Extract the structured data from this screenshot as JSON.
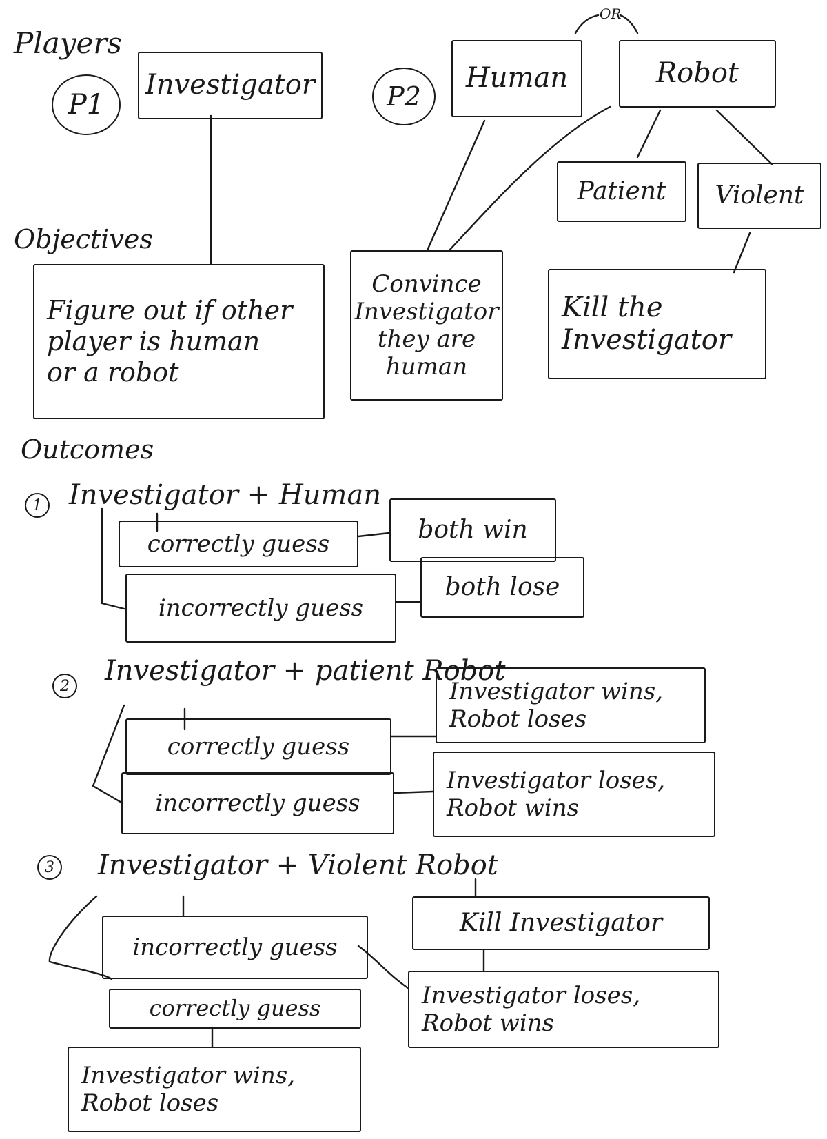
{
  "headings": {
    "players": "Players",
    "objectives": "Objectives",
    "outcomes": "Outcomes",
    "or_label": "OR"
  },
  "players": {
    "p1": {
      "badge": "P1",
      "role": "Investigator"
    },
    "p2": {
      "badge": "P2",
      "human": "Human",
      "robot": "Robot"
    },
    "robot_types": {
      "patient": "Patient",
      "violent": "Violent"
    }
  },
  "objectives": {
    "investigator": [
      "Figure out if other",
      "player is human",
      "or a robot"
    ],
    "human": [
      "Convince",
      "Investigator",
      "they are",
      "human"
    ],
    "violent_robot": [
      "Kill the",
      "Investigator"
    ]
  },
  "outcomes": {
    "case1": {
      "number": "1",
      "title": "Investigator + Human",
      "correct": "correctly guess",
      "incorrect": "incorrectly guess",
      "correct_result": "both win",
      "incorrect_result": "both lose"
    },
    "case2": {
      "number": "2",
      "title": "Investigator + patient Robot",
      "correct": "correctly guess",
      "incorrect": "incorrectly guess",
      "correct_result": [
        "Investigator wins,",
        "Robot loses"
      ],
      "incorrect_result": [
        "Investigator loses,",
        "Robot wins"
      ]
    },
    "case3": {
      "number": "3",
      "title": "Investigator + Violent Robot",
      "incorrect": "incorrectly guess",
      "correct": "correctly guess",
      "action": "Kill Investigator",
      "incorrect_result": [
        "Investigator loses,",
        "Robot wins"
      ],
      "correct_result": [
        "Investigator wins,",
        "Robot loses"
      ]
    }
  }
}
